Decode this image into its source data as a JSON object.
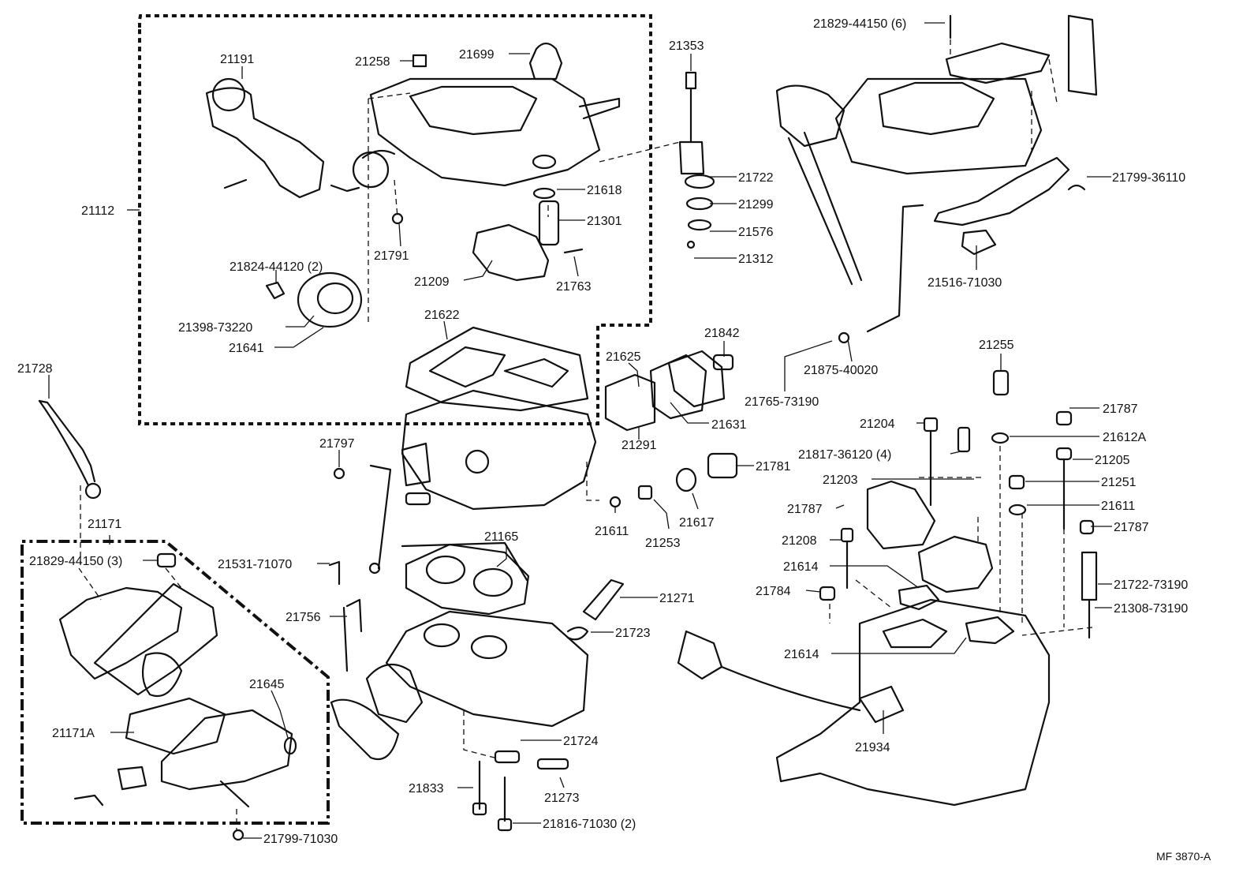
{
  "diagram": {
    "labels": [
      {
        "id": "l01",
        "text": "21191"
      },
      {
        "id": "l02",
        "text": "21258"
      },
      {
        "id": "l03",
        "text": "21699"
      },
      {
        "id": "l04",
        "text": "21353"
      },
      {
        "id": "l05",
        "text": "21829-44150 (6)"
      },
      {
        "id": "l06",
        "text": "21112"
      },
      {
        "id": "l07",
        "text": "21618"
      },
      {
        "id": "l08",
        "text": "21722"
      },
      {
        "id": "l09",
        "text": "21299"
      },
      {
        "id": "l10",
        "text": "21301"
      },
      {
        "id": "l11",
        "text": "21576"
      },
      {
        "id": "l12",
        "text": "21312"
      },
      {
        "id": "l13",
        "text": "21791"
      },
      {
        "id": "l14",
        "text": "21824-44120 (2)"
      },
      {
        "id": "l15",
        "text": "21209"
      },
      {
        "id": "l16",
        "text": "21763"
      },
      {
        "id": "l17",
        "text": "21398-73220"
      },
      {
        "id": "l18",
        "text": "21641"
      },
      {
        "id": "l19",
        "text": "21622"
      },
      {
        "id": "l20",
        "text": "21799-36110"
      },
      {
        "id": "l21",
        "text": "21516-71030"
      },
      {
        "id": "l22",
        "text": "21842"
      },
      {
        "id": "l23",
        "text": "21625"
      },
      {
        "id": "l24",
        "text": "21875-40020"
      },
      {
        "id": "l25",
        "text": "21765-73190"
      },
      {
        "id": "l26",
        "text": "21255"
      },
      {
        "id": "l27",
        "text": "21631"
      },
      {
        "id": "l28",
        "text": "21291"
      },
      {
        "id": "l29",
        "text": "21787"
      },
      {
        "id": "l30",
        "text": "21204"
      },
      {
        "id": "l31",
        "text": "21612A"
      },
      {
        "id": "l32",
        "text": "21817-36120 (4)"
      },
      {
        "id": "l33",
        "text": "21205"
      },
      {
        "id": "l34",
        "text": "21728"
      },
      {
        "id": "l35",
        "text": "21797"
      },
      {
        "id": "l36",
        "text": "21781"
      },
      {
        "id": "l37",
        "text": "21203"
      },
      {
        "id": "l38",
        "text": "21251"
      },
      {
        "id": "l39",
        "text": "21787"
      },
      {
        "id": "l40",
        "text": "21611"
      },
      {
        "id": "l41",
        "text": "21611"
      },
      {
        "id": "l42",
        "text": "21617"
      },
      {
        "id": "l43",
        "text": "21253"
      },
      {
        "id": "l44",
        "text": "21787"
      },
      {
        "id": "l45",
        "text": "21208"
      },
      {
        "id": "l46",
        "text": "21171"
      },
      {
        "id": "l47",
        "text": "21165"
      },
      {
        "id": "l48",
        "text": "21829-44150 (3)"
      },
      {
        "id": "l49",
        "text": "21531-71070"
      },
      {
        "id": "l50",
        "text": "21614"
      },
      {
        "id": "l51",
        "text": "21722-73190"
      },
      {
        "id": "l52",
        "text": "21784"
      },
      {
        "id": "l53",
        "text": "21271"
      },
      {
        "id": "l54",
        "text": "21308-73190"
      },
      {
        "id": "l55",
        "text": "21756"
      },
      {
        "id": "l56",
        "text": "21723"
      },
      {
        "id": "l57",
        "text": "21614"
      },
      {
        "id": "l58",
        "text": "21645"
      },
      {
        "id": "l59",
        "text": "21171A"
      },
      {
        "id": "l60",
        "text": "21724"
      },
      {
        "id": "l61",
        "text": "21934"
      },
      {
        "id": "l62",
        "text": "21833"
      },
      {
        "id": "l63",
        "text": "21273"
      },
      {
        "id": "l64",
        "text": "21816-71030 (2)"
      },
      {
        "id": "l65",
        "text": "21799-71030"
      },
      {
        "id": "l66",
        "text": "MF 3870-A"
      }
    ]
  }
}
